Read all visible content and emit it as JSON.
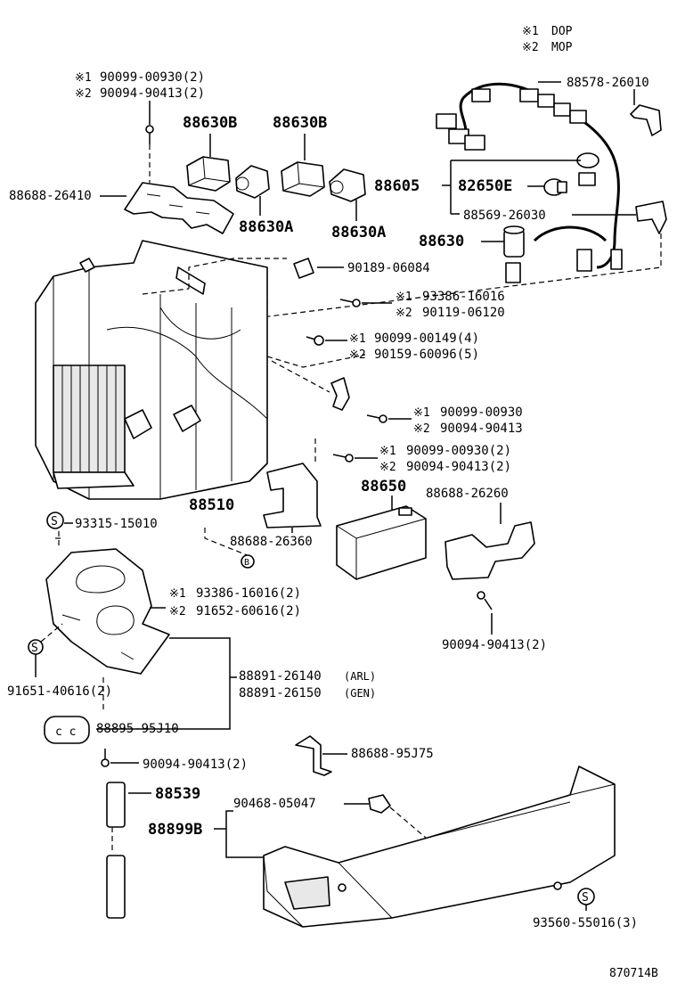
{
  "legend": {
    "mark1": "※1",
    "text1": "DOP",
    "mark2": "※2",
    "text2": "MOP"
  },
  "m1": "※1",
  "m2": "※2",
  "labels": {
    "p_90099_00930_2a": "90099-00930(2)",
    "p_90094_90413_2a": "90094-90413(2)",
    "p_88630B_a": "88630B",
    "p_88630B_b": "88630B",
    "p_88688_26410": "88688-26410",
    "p_88630A_a": "88630A",
    "p_88630A_b": "88630A",
    "p_88578_26010": "88578-26010",
    "p_88605": "88605",
    "p_82650E": "82650E",
    "p_88569_26030": "88569-26030",
    "p_88630": "88630",
    "p_90189_06084": "90189-06084",
    "p_93386_16016": "93386-16016",
    "p_90119_06120": "90119-06120",
    "p_90099_00149_4": "90099-00149(4)",
    "p_90159_60096_5": "90159-60096(5)",
    "p_90099_00930": "90099-00930",
    "p_90094_90413": "90094-90413",
    "p_90099_00930_2b": "90099-00930(2)",
    "p_90094_90413_2b": "90094-90413(2)",
    "p_88650": "88650",
    "p_88510": "88510",
    "p_88688_26260": "88688-26260",
    "p_93315_15010": "93315-15010",
    "p_88688_26360": "88688-26360",
    "p_93386_16016_2": "93386-16016(2)",
    "p_91652_60616_2": "91652-60616(2)",
    "p_90094_90413_2c": "90094-90413(2)",
    "p_91651_40616_2": "91651-40616(2)",
    "p_88891_26140": "88891-26140",
    "p_arl": "(ARL)",
    "p_88891_26150": "88891-26150",
    "p_gen": "(GEN)",
    "p_88895_95J10": "88895-95J10",
    "p_88688_95J75": "88688-95J75",
    "p_90094_90413_2d": "90094-90413(2)",
    "p_88539": "88539",
    "p_90468_05047": "90468-05047",
    "p_88899B": "88899B",
    "p_93560_55016_3": "93560-55016(3)",
    "fig_code": "870714B"
  },
  "markers": {
    "s": "S",
    "b": "B"
  }
}
